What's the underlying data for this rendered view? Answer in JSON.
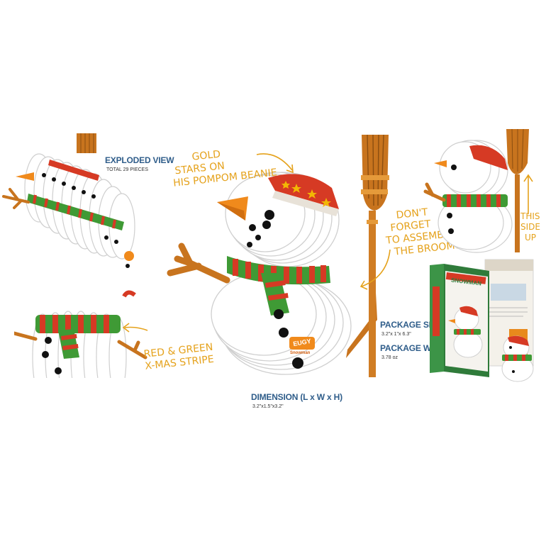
{
  "labels": {
    "exploded_title": "EXPLODED VIEW",
    "exploded_sub": "TOTAL 29 PIECES",
    "dimension_title": "DIMENSION (L x W x H)",
    "dimension_value": "3.2\"x1.5\"x3.2\"",
    "package_size_title": "PACKAGE SIZE",
    "package_size_value": "3.2\"x 1\"x 6.3\"",
    "package_weight_title": "PACKAGE WEIGHT",
    "package_weight_value": "3.78 oz"
  },
  "annotations": {
    "gold_stars": [
      "GOLD",
      "STARS ON",
      "HIS POMPOM BEANIE"
    ],
    "broom": [
      "DON'T",
      "FORGET",
      "TO ASSEMBLE",
      "THE BROOM!"
    ],
    "stripe": [
      "RED & GREEN",
      "X-MAS STRIPE"
    ],
    "side_up": [
      "THIS",
      "SIDE",
      "UP"
    ]
  },
  "product": {
    "brand": "EUGY",
    "name": "Snowman",
    "box_name": "SNOWMAN"
  },
  "colors": {
    "accent_orange": "#e5a21c",
    "scarf_red": "#d63a24",
    "scarf_green": "#3f9a35",
    "carrot": "#f08a1c",
    "broom": "#c8741e",
    "label_blue": "#2f5d8a"
  }
}
